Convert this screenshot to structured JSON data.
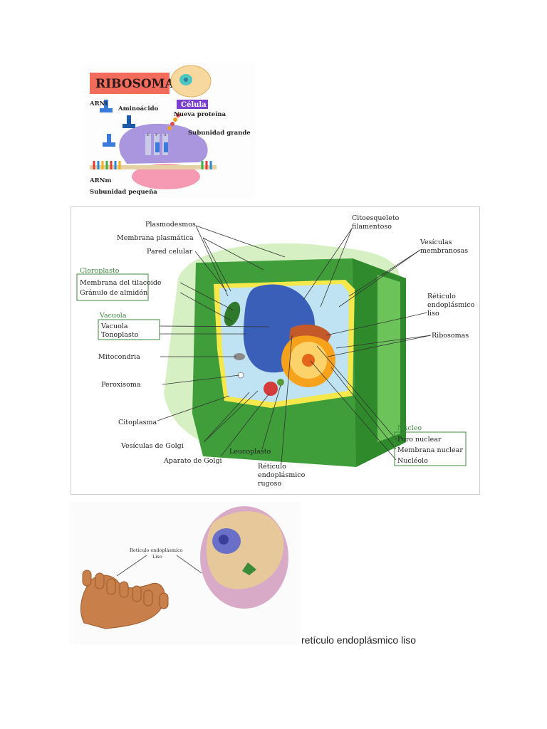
{
  "ribosome": {
    "title": "RIBOSOMA",
    "cell_label": "Célula",
    "labels": {
      "arnt": "ARNt",
      "aminoacid": "Aminoácido",
      "new_protein": "Nueva proteína",
      "large_subunit": "Subunidad grande",
      "arnm": "ARNm",
      "small_subunit": "Subunidad pequeña",
      "site_e": "E",
      "site_p": "P",
      "site_a": "A"
    },
    "colors": {
      "title_bg": "#f26b5b",
      "cell_label_bg": "#7a3fd0",
      "large": "#a996df",
      "small": "#f59ab2"
    }
  },
  "plant_cell": {
    "labels_left": {
      "plasmodesmos": "Plasmodesmos",
      "membrana_plasmatica": "Membrana plasmática",
      "pared_celular": "Pared celular",
      "mitocondria": "Mitocondria",
      "peroxisoma": "Peroxisoma",
      "citoplasma": "Citoplasma",
      "vesiculas_golgi": "Vesículas de Golgi",
      "aparato_golgi": "Aparato de Golgi"
    },
    "cloroplasto": {
      "header": "Cloroplasto",
      "items": [
        "Membrana del tilacoide",
        "Gránulo de almidón"
      ]
    },
    "vacuola": {
      "header": "Vacuola",
      "items": [
        "Vacuola",
        "Tonoplasto"
      ]
    },
    "labels_bottom": {
      "leucoplasto": "Leucoplasto",
      "reticulo_rugoso": [
        "Réticulo",
        "endoplásmico",
        "rugoso"
      ]
    },
    "labels_right": {
      "citoesqueleto": [
        "Citoesqueleto",
        "filamentoso"
      ],
      "vesiculas_membranosas": [
        "Vesículas",
        "membranosas"
      ],
      "reticulo_liso": [
        "Réticulo",
        "endoplásmico",
        "liso"
      ],
      "ribosomas": "Ribosomas"
    },
    "nucleo": {
      "header": "Núcleo",
      "items": [
        "Poro nuclear",
        "Membrana nuclear",
        "Nucléolo"
      ]
    },
    "colors": {
      "wall": "#3f9e3a",
      "wall_light": "#6cc35a",
      "vacuole": "#3a5fb8",
      "cytoplasm": "#bfe3f2",
      "nucleus": "#f6a21c",
      "box_border": "#3d8a3d"
    }
  },
  "ser_figure": {
    "label": [
      "Retículo endoplásmico",
      "Liso"
    ],
    "caption": "retículo endoplásmico liso"
  }
}
